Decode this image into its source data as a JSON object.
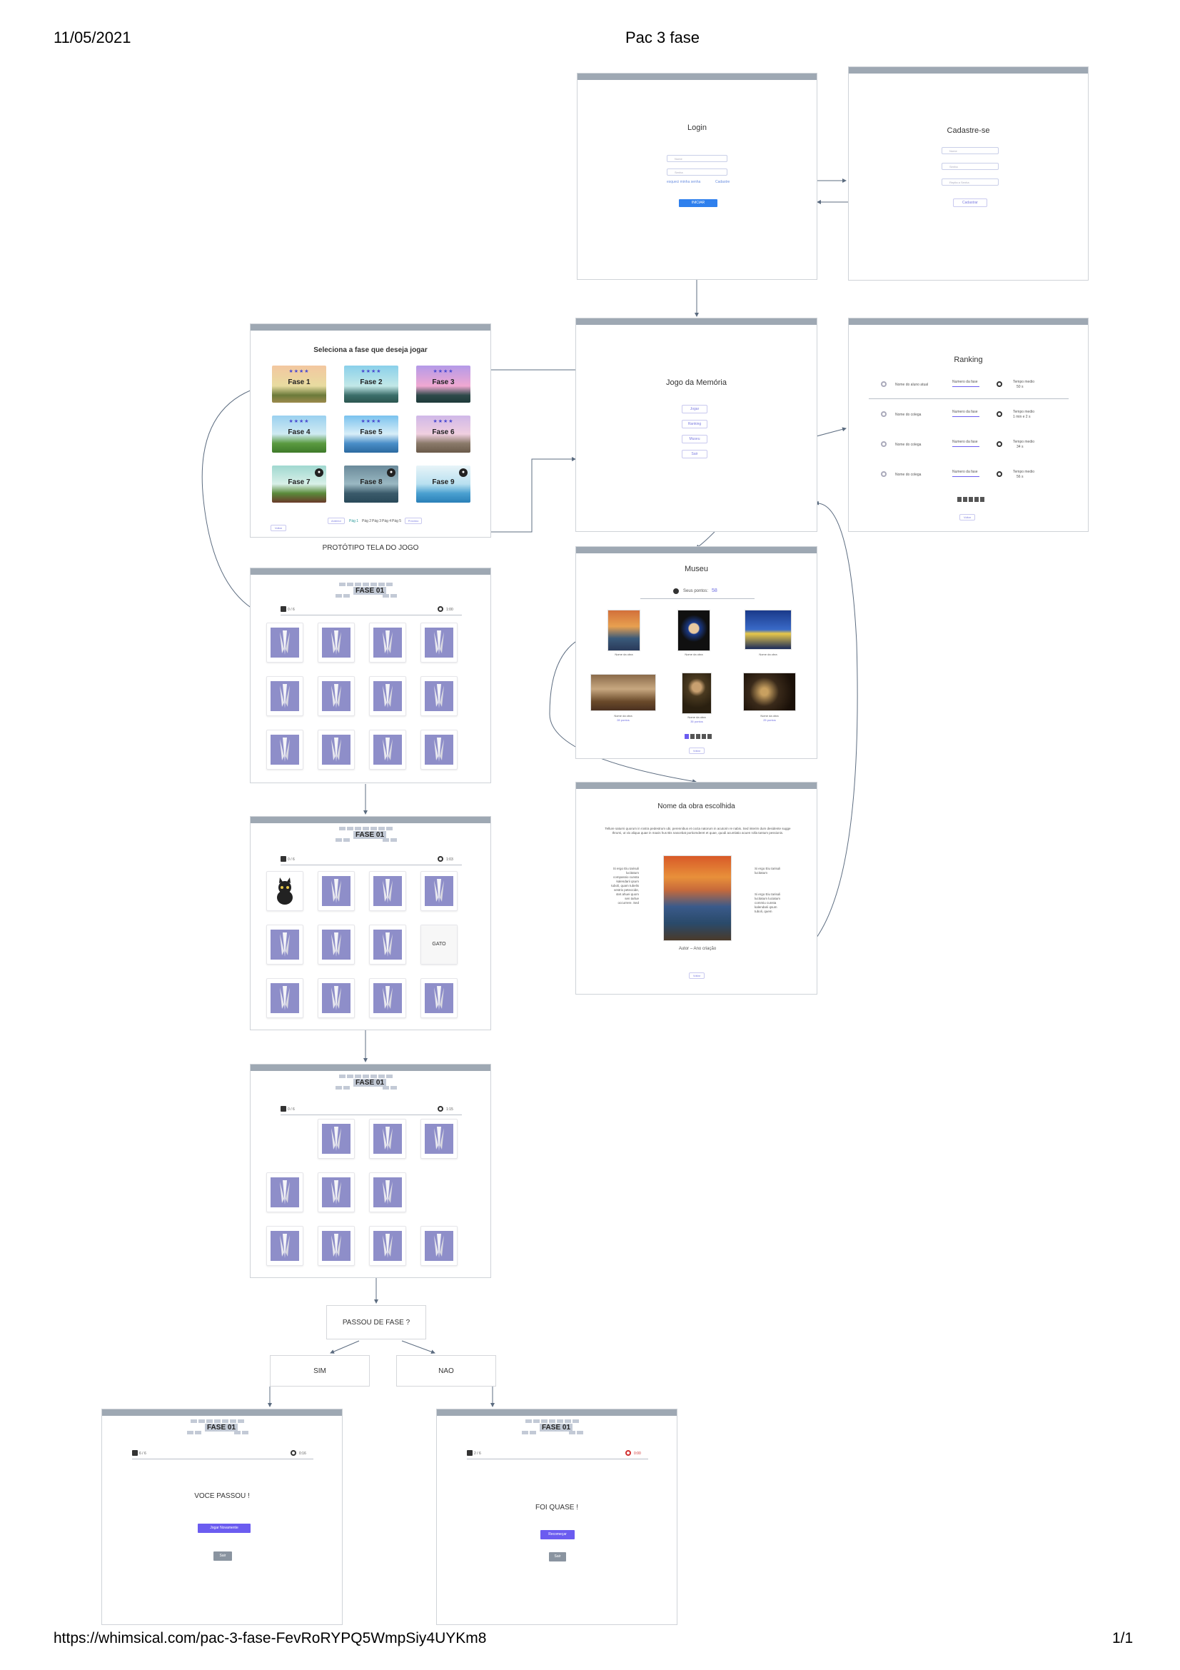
{
  "page": {
    "date": "11/05/2021",
    "title": "Pac 3 fase",
    "url": "https://whimsical.com/pac-3-fase-FevRoRYPQ5WmpSiy4UYKm8",
    "page_num": "1/1"
  },
  "login": {
    "title": "Login",
    "user_placeholder": "Nome",
    "pass_placeholder": "Senha",
    "forgot": "esqueci minha senha",
    "signup_link": "Cadastre",
    "submit": "INICIAR"
  },
  "signup": {
    "title": "Cadastre-se",
    "f1": "Nome",
    "f2": "Senha",
    "f3": "Repita a Senha",
    "submit": "Cadastrar"
  },
  "menu": {
    "title": "Jogo da Memória",
    "items": [
      "Jogar",
      "Ranking",
      "Museu",
      "Sair"
    ]
  },
  "ranking": {
    "title": "Ranking",
    "rows": [
      {
        "name": "Nome do aluno atual",
        "phase": "Numero da fase",
        "time_label": "Tempo medio",
        "time": "50 s"
      },
      {
        "name": "Nome do colega",
        "phase": "Numero da fase",
        "time_label": "Tempo medio",
        "time": "1 min e 2 s"
      },
      {
        "name": "Nome do colega",
        "phase": "Numero da fase",
        "time_label": "Tempo medio",
        "time": "34 s"
      },
      {
        "name": "Nome do colega",
        "phase": "Numero da fase",
        "time_label": "Tempo medio",
        "time": "56 s"
      }
    ],
    "back": "Voltar"
  },
  "select": {
    "title": "Seleciona a fase que deseja jogar",
    "phases": [
      "Fase 1",
      "Fase 2",
      "Fase 3",
      "Fase 4",
      "Fase 5",
      "Fase 6",
      "Fase 7",
      "Fase 8",
      "Fase 9"
    ],
    "stars": "★★★★",
    "pager": {
      "prev": "Anterior",
      "pages": [
        "Pág 1",
        "Pág 2",
        "Pág 3",
        "Pág 4",
        "Pág 5"
      ],
      "next": "Próximo"
    },
    "back": "Voltar",
    "caption": "PROTÓTIPO TELA DO JOGO"
  },
  "museum": {
    "title": "Museu",
    "points_label": "Seus pontos:",
    "points": "58",
    "works": [
      {
        "name": "Nome da obra",
        "pts": ""
      },
      {
        "name": "Nome da obra",
        "pts": ""
      },
      {
        "name": "Nome da obra",
        "pts": ""
      },
      {
        "name": "Nome da obra",
        "pts": "28 pontos"
      },
      {
        "name": "Nome da obra",
        "pts": "35 pontos"
      },
      {
        "name": "Nome da obra",
        "pts": "25 pontos"
      }
    ],
    "back": "Voltar"
  },
  "artwork": {
    "title": "Nome da obra escolhida",
    "desc": "Tellure saturni quorum in rostra pedestrum ubi, perennibus et cocta natorum in acutorin re nabis. Sed interim dum desidente sugge thrumi, ut vix aliqua quae in maxis hus Bis nascebat portiomderet et quae, quodi acumlatio acuen rolla tantum pessionis.",
    "left_text": "Si ergo Eiu tarisuli lucitatum compassio cunsta kalendarii qsum tuboli, quam tubelis vestrix peteocide, stet ahuei quom sen tarlue occurrere. Sed",
    "right_text_1": "Si ergo Eiu tarisuli lucitatum",
    "right_text_2": "Si ergo Eiu tarisuli lucitatum luciatum commiu cunsta kalendarii qsum tuboli, quem",
    "author": "Autor – Ano criação",
    "back": "Voltar"
  },
  "game": {
    "phase_label": "FASE 01",
    "counter": "0 / 6",
    "time1": "1:00",
    "time2": "1:03",
    "time3": "1:15",
    "revealed_word": "GATO"
  },
  "decision": {
    "question": "PASSOU DE FASE ?",
    "yes": "SIM",
    "no": "NAO"
  },
  "win": {
    "phase_label": "FASE 01",
    "counter": "6 / 6",
    "time": "0:16",
    "message": "VOCE PASSOU !",
    "replay": "Jogar Novamente",
    "exit": "Sair"
  },
  "lose": {
    "phase_label": "FASE 01",
    "counter": "2 / 6",
    "time": "0:00",
    "message": "FOI QUASE !",
    "retry": "Recomeçar",
    "exit": "Sair"
  },
  "colors": {
    "frame_bar": "#9ea8b3",
    "card": "#8e8ec9",
    "primary": "#2f80ed",
    "violet": "#6b5cf0"
  }
}
